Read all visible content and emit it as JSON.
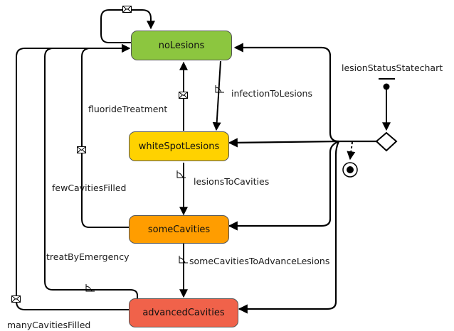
{
  "diagram": {
    "title": "lesionStatusStatechart",
    "states": {
      "noLesions": "noLesions",
      "whiteSpotLesions": "whiteSpotLesions",
      "someCavities": "someCavities",
      "advancedCavities": "advancedCavities"
    },
    "transitions": {
      "infectionToLesions": "infectionToLesions",
      "fluorideTreatment": "fluorideTreatment",
      "lesionsToCavities": "lesionsToCavities",
      "fewCavitiesFilled": "fewCavitiesFilled",
      "someCavitiesToAdvanceLesions": "someCavitiesToAdvanceLesions",
      "treatByEmergency": "treatByEmergency",
      "manyCavitiesFilled": "manyCavitiesFilled"
    },
    "colors": {
      "noLesions": "#8cc63f",
      "whiteSpotLesions": "#ffd200",
      "someCavities": "#ff9d00",
      "advancedCavities": "#f0624a"
    }
  }
}
